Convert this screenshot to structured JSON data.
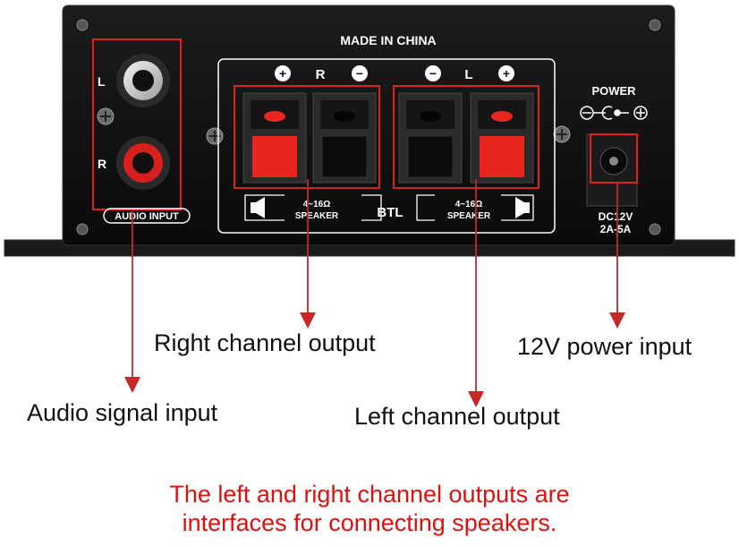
{
  "panel": {
    "made_in": "MADE IN CHINA",
    "audio_input": "AUDIO INPUT",
    "input_l": "L",
    "input_r": "R",
    "right_channel": {
      "plus": "+",
      "letter": "R",
      "minus": "−"
    },
    "left_channel": {
      "minus": "−",
      "letter": "L",
      "plus": "+"
    },
    "impedance_right": "4~16Ω",
    "impedance_left": "4~16Ω",
    "speaker_right": "SPEAKER",
    "speaker_left": "SPEAKER",
    "btl": "BTL",
    "power": "POWER",
    "dc_voltage": "DC12V",
    "dc_current": "2A-5A"
  },
  "callouts": {
    "right_output": "Right channel output",
    "power_input": "12V power input",
    "audio_input": "Audio signal input",
    "left_output": "Left channel output"
  },
  "note": {
    "line1": "The left and right channel outputs are",
    "line2": "interfaces for connecting speakers."
  },
  "colors": {
    "panel": "#101010",
    "panel_edge": "#2a2a2a",
    "marking": "#ffffff",
    "highlight_box": "#e02020",
    "arrow": "#c62828",
    "terminal_red": "#e8261f",
    "note_text": "#e01010"
  }
}
